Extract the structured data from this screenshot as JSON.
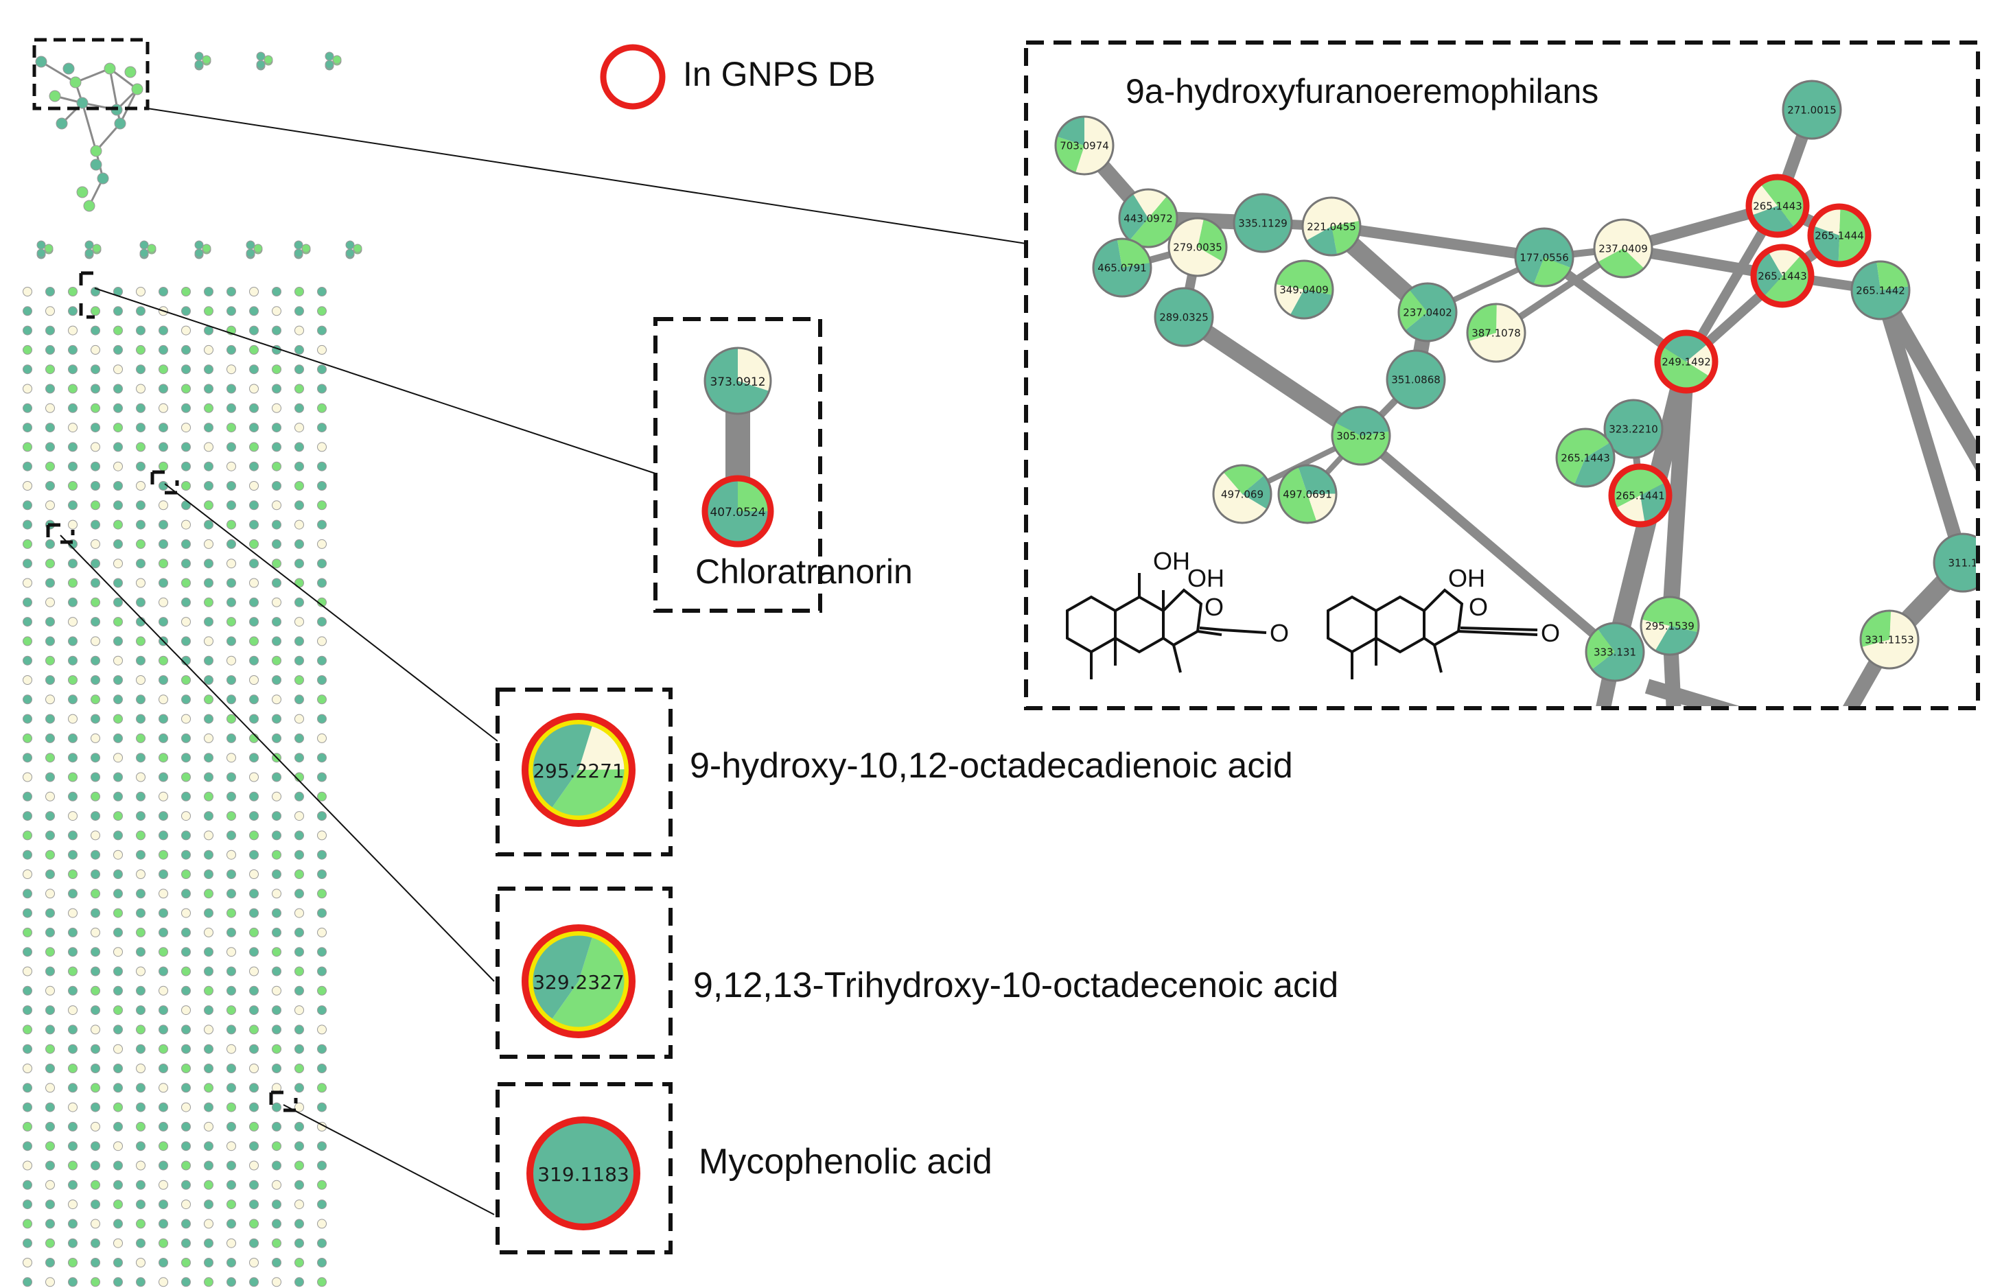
{
  "legend": {
    "label": "In GNPS DB",
    "ring_color": "#e8201c"
  },
  "colors": {
    "teal": "#5fb89a",
    "green": "#7ee07a",
    "cream": "#fbf7dd",
    "edge": "#8a8a8a",
    "gnps_ring": "#e8201c",
    "yellow_ring": "#f5e600",
    "box_border": "#111111"
  },
  "zooms": {
    "main_cluster": {
      "title": "9a-hydroxyfuranoeremophilans",
      "structure_labels": {
        "oh1": "OH",
        "oh2": "OH",
        "o_ring": "O",
        "o_carbonyl": "O",
        "oh3": "OH",
        "o_ring2": "O",
        "o_carbonyl2": "O"
      },
      "nodes": [
        {
          "id": "n703",
          "label": "703.0974",
          "gnps": false
        },
        {
          "id": "n443",
          "label": "443.0972",
          "gnps": false
        },
        {
          "id": "n465",
          "label": "465.0791",
          "gnps": false
        },
        {
          "id": "n279",
          "label": "279.0035",
          "gnps": false
        },
        {
          "id": "n289",
          "label": "289.0325",
          "gnps": false
        },
        {
          "id": "n335",
          "label": "335.1129",
          "gnps": false
        },
        {
          "id": "n221",
          "label": "221.0455",
          "gnps": false
        },
        {
          "id": "n349",
          "label": "349.0409",
          "gnps": false
        },
        {
          "id": "n237a",
          "label": "237.0402",
          "gnps": false
        },
        {
          "id": "n387",
          "label": "387.1078",
          "gnps": false
        },
        {
          "id": "n351",
          "label": "351.0868",
          "gnps": false
        },
        {
          "id": "n305",
          "label": "305.0273",
          "gnps": false
        },
        {
          "id": "n497a",
          "label": "497.069",
          "gnps": false
        },
        {
          "id": "n497b",
          "label": "497.0691",
          "gnps": false
        },
        {
          "id": "n177",
          "label": "177.0556",
          "gnps": false
        },
        {
          "id": "n237b",
          "label": "237.0409",
          "gnps": false
        },
        {
          "id": "n271",
          "label": "271.0015",
          "gnps": false
        },
        {
          "id": "n265a",
          "label": "265.1443",
          "gnps": true
        },
        {
          "id": "n265b",
          "label": "265.1444",
          "gnps": true
        },
        {
          "id": "n265c",
          "label": "265.1443",
          "gnps": true
        },
        {
          "id": "n265d",
          "label": "265.1442",
          "gnps": false
        },
        {
          "id": "n249",
          "label": "249.1492",
          "gnps": true
        },
        {
          "id": "n323",
          "label": "323.2210",
          "gnps": false
        },
        {
          "id": "n265e",
          "label": "265.1443",
          "gnps": false
        },
        {
          "id": "n265f",
          "label": "265.1441",
          "gnps": true
        },
        {
          "id": "n295",
          "label": "295.1539",
          "gnps": false
        },
        {
          "id": "n333",
          "label": "333.131",
          "gnps": false
        },
        {
          "id": "n331",
          "label": "331.1153",
          "gnps": false
        },
        {
          "id": "n311",
          "label": "311.1",
          "gnps": false
        }
      ]
    },
    "chloratranorin": {
      "title": "Chloratranorin",
      "nodes": [
        {
          "id": "c373",
          "label": "373.0912",
          "gnps": false
        },
        {
          "id": "c407",
          "label": "407.0524",
          "gnps": true
        }
      ]
    },
    "singletons": [
      {
        "id": "s295",
        "label": "295.2271",
        "name": "9-hydroxy-10,12-octadecadienoic acid",
        "gnps": true
      },
      {
        "id": "s329",
        "label": "329.2327",
        "name": "9,12,13-Trihydroxy-10-octadecenoic acid",
        "gnps": true
      },
      {
        "id": "s319",
        "label": "319.1183",
        "name": "Mycophenolic acid",
        "gnps": true
      }
    ]
  }
}
